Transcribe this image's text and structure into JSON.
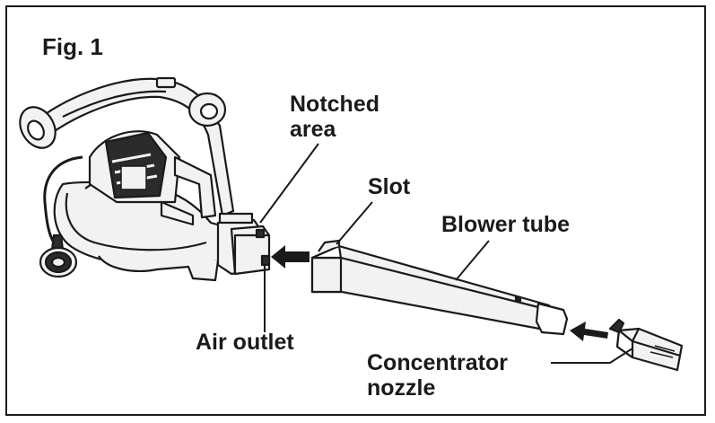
{
  "figure": {
    "title": "Fig. 1",
    "labels": {
      "notched_area_line1": "Notched",
      "notched_area_line2": "area",
      "slot": "Slot",
      "blower_tube": "Blower tube",
      "air_outlet": "Air outlet",
      "concentrator_line1": "Concentrator",
      "concentrator_line2": "nozzle"
    },
    "components": [
      "blower-body-icon",
      "blower-tube-icon",
      "concentrator-nozzle-icon",
      "arrow-icon"
    ],
    "colors": {
      "ink": "#1a1a1a",
      "fill_light": "#f2f2f2",
      "fill_dark": "#2b2b2b"
    }
  }
}
